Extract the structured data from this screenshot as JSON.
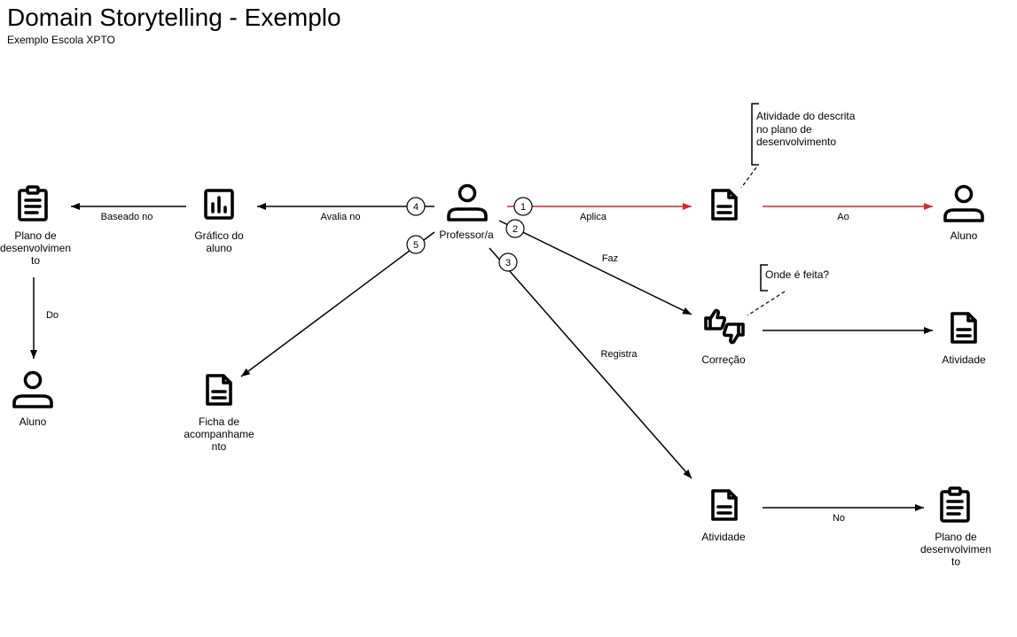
{
  "title": "Domain Storytelling - Exemplo",
  "subtitle": "Exemplo Escola XPTO",
  "colors": {
    "ink": "#000000",
    "highlight": "#e02424",
    "background": "#ffffff"
  },
  "nodes": {
    "professor": {
      "icon": "person-icon",
      "label": [
        "Professor/a"
      ]
    },
    "atividade_descrita": {
      "icon": "document-icon",
      "label": []
    },
    "aluno_direita": {
      "icon": "person-icon",
      "label": [
        "Aluno"
      ]
    },
    "correcao": {
      "icon": "thumbs-up-down-icon",
      "label": [
        "Correção"
      ]
    },
    "atividade_correcao": {
      "icon": "document-icon",
      "label": [
        "Atividade"
      ]
    },
    "atividade_registro": {
      "icon": "document-icon",
      "label": [
        "Atividade"
      ]
    },
    "plano_direita": {
      "icon": "clipboard-icon",
      "label": [
        "Plano de",
        "desenvolvimen",
        "to"
      ]
    },
    "grafico": {
      "icon": "bar-chart-icon",
      "label": [
        "Gráfico do",
        "aluno"
      ]
    },
    "plano_esquerda": {
      "icon": "clipboard-icon",
      "label": [
        "Plano de",
        "desenvolvimen",
        "to"
      ]
    },
    "aluno_esquerda": {
      "icon": "person-icon",
      "label": [
        "Aluno"
      ]
    },
    "ficha": {
      "icon": "document-icon",
      "label": [
        "Ficha de",
        "acompanhame",
        "nto"
      ]
    }
  },
  "edges": {
    "aplica": {
      "number": "1",
      "label": "Aplica"
    },
    "ao": {
      "label": "Ao"
    },
    "faz": {
      "number": "2",
      "label": "Faz"
    },
    "registra": {
      "number": "3",
      "label": "Registra"
    },
    "no": {
      "label": "No"
    },
    "avalia_no": {
      "number": "4",
      "label": "Avalia no"
    },
    "baseado_no": {
      "label": "Baseado no"
    },
    "ficha": {
      "number": "5"
    },
    "do": {
      "label": "Do"
    }
  },
  "annotations": {
    "atividade_descrita": [
      "Atividade do descrita",
      "no plano de",
      "desenvolvimento"
    ],
    "onde_feita": [
      "Onde é feita?"
    ]
  }
}
